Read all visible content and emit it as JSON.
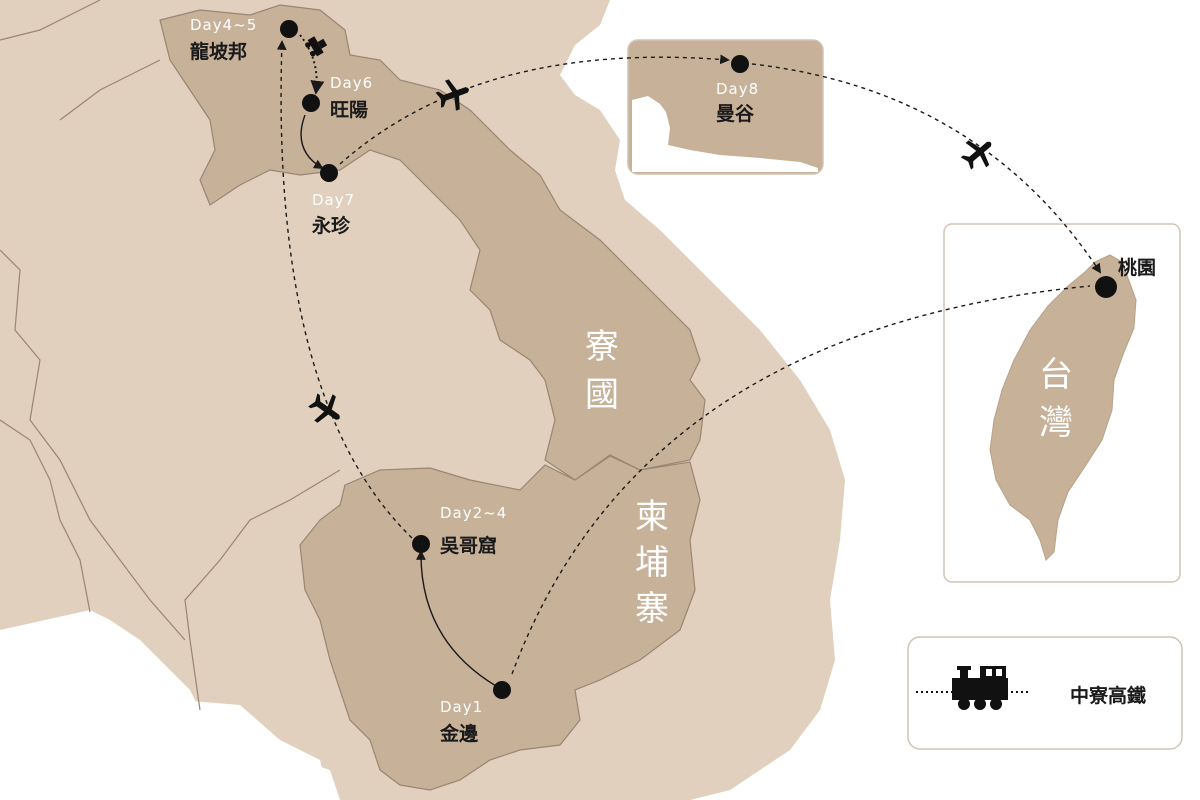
{
  "map": {
    "countries": {
      "laos": "寮國",
      "cambodia": [
        "柬",
        "埔",
        "寨"
      ],
      "taiwan": [
        "台",
        "灣"
      ]
    },
    "stops": [
      {
        "id": "kinbian",
        "day": "Day1",
        "name": "金邊"
      },
      {
        "id": "siemreap",
        "day": "Day2~4",
        "name": "吳哥窟"
      },
      {
        "id": "luangprabang",
        "day": "Day4~5",
        "name": "龍坡邦"
      },
      {
        "id": "vangvieng",
        "day": "Day6",
        "name": "旺陽"
      },
      {
        "id": "vientiane",
        "day": "Day7",
        "name": "永珍"
      },
      {
        "id": "bangkok",
        "day": "Day8",
        "name": "曼谷"
      },
      {
        "id": "taoyuan",
        "day": "",
        "name": "桃園"
      }
    ],
    "colors": {
      "land": "#e0d0bd",
      "highlight": "#c7b199",
      "border": "#9a8573",
      "route": "#1a1a1a"
    }
  },
  "legend": {
    "icon": "train-icon",
    "label": "中寮高鐵"
  }
}
